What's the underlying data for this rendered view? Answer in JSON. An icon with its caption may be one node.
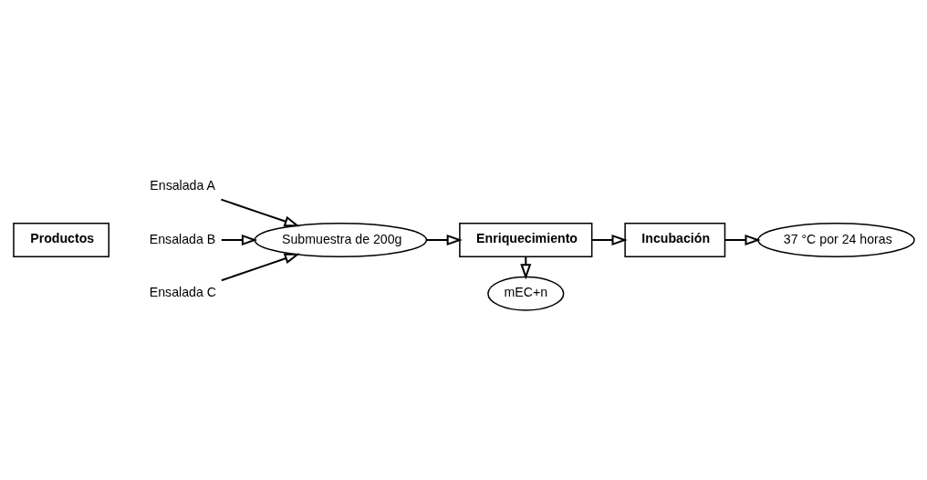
{
  "diagram": {
    "nodes": [
      {
        "text": [
          "Productos"
        ]
      },
      {
        "text": [
          "Ensalada A"
        ]
      },
      {
        "text": [
          "Ensalada B"
        ]
      },
      {
        "text": [
          "Ensalada C"
        ]
      },
      {
        "text": [
          "Submuestra de 200g"
        ]
      },
      {
        "text": [
          "Enriquecimiento"
        ]
      },
      {
        "text": [
          "mEC+n"
        ]
      },
      {
        "text": [
          "Incubación"
        ]
      },
      {
        "text": [
          "37 °C por 24 horas"
        ]
      }
    ],
    "edges": [
      {
        "from": 1,
        "to": 4,
        "arrow": "to"
      },
      {
        "from": 2,
        "to": 4,
        "arrow": "to"
      },
      {
        "from": 3,
        "to": 4,
        "arrow": "to"
      },
      {
        "from": 4,
        "to": 5,
        "arrow": "to"
      },
      {
        "from": 5,
        "to": 6,
        "arrow": "to"
      },
      {
        "from": 5,
        "to": 7,
        "arrow": "to"
      },
      {
        "from": 7,
        "to": 8,
        "arrow": "to"
      }
    ]
  }
}
